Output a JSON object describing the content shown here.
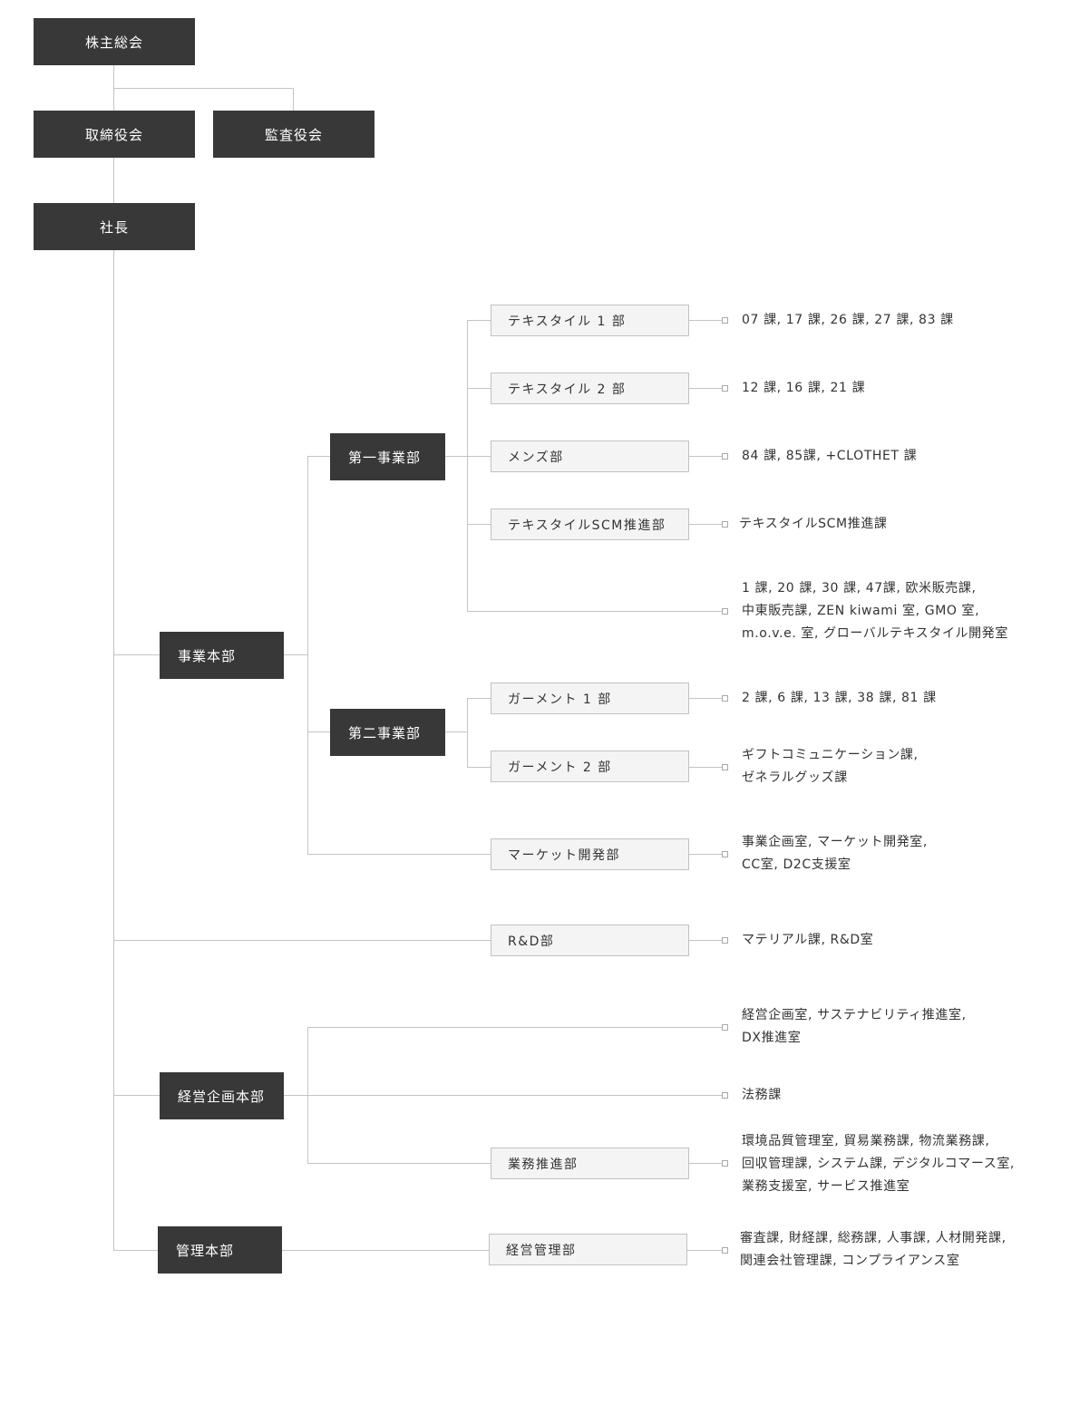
{
  "top": {
    "shareholders": "株主総会",
    "board": "取締役会",
    "auditors": "監査役会",
    "president": "社長"
  },
  "hq": {
    "business": "事業本部",
    "planning": "経営企画本部",
    "admin": "管理本部"
  },
  "divisions": {
    "first": "第一事業部",
    "second": "第二事業部"
  },
  "departments": {
    "textile1": "テキスタイル 1 部",
    "textile2": "テキスタイル 2 部",
    "mens": "メンズ部",
    "textile_scm": "テキスタイルSCM推進部",
    "garment1": "ガーメント 1 部",
    "garment2": "ガーメント 2 部",
    "market_dev": "マーケット開発部",
    "rnd": "R&D部",
    "biz_promo": "業務推進部",
    "mgmt_admin": "経営管理部"
  },
  "sections": {
    "textile1": [
      "07 課, 17 課, 26 課, 27 課, 83 課"
    ],
    "textile2": [
      "12 課, 16 課, 21 課"
    ],
    "mens": [
      "84 課, 85課, +CLOTHET 課"
    ],
    "textile_scm": [
      "テキスタイルSCM推進課"
    ],
    "first_direct": [
      "1 課, 20 課, 30 課, 47課, 欧米販売課,",
      "中東販売課, ZEN kiwami 室, GMO 室,",
      "m.o.v.e. 室, グローバルテキスタイル開発室"
    ],
    "garment1": [
      "2 課, 6 課, 13 課, 38 課, 81 課"
    ],
    "garment2": [
      "ギフトコミュニケーション課,",
      "ゼネラルグッズ課"
    ],
    "market_dev": [
      "事業企画室, マーケット開発室,",
      "CC室, D2C支援室"
    ],
    "rnd": [
      "マテリアル課, R&D室"
    ],
    "planning_office": [
      "経営企画室, サステナビリティ推進室,",
      "DX推進室"
    ],
    "legal": [
      "法務課"
    ],
    "biz_promo": [
      "環境品質管理室, 貿易業務課, 物流業務課,",
      "回収管理課, システム課, デジタルコマース室,",
      "業務支援室, サービス推進室"
    ],
    "mgmt_admin": [
      "審査課, 財経課, 総務課, 人事課, 人材開発課,",
      "関連会社管理課, コンプライアンス室"
    ]
  }
}
